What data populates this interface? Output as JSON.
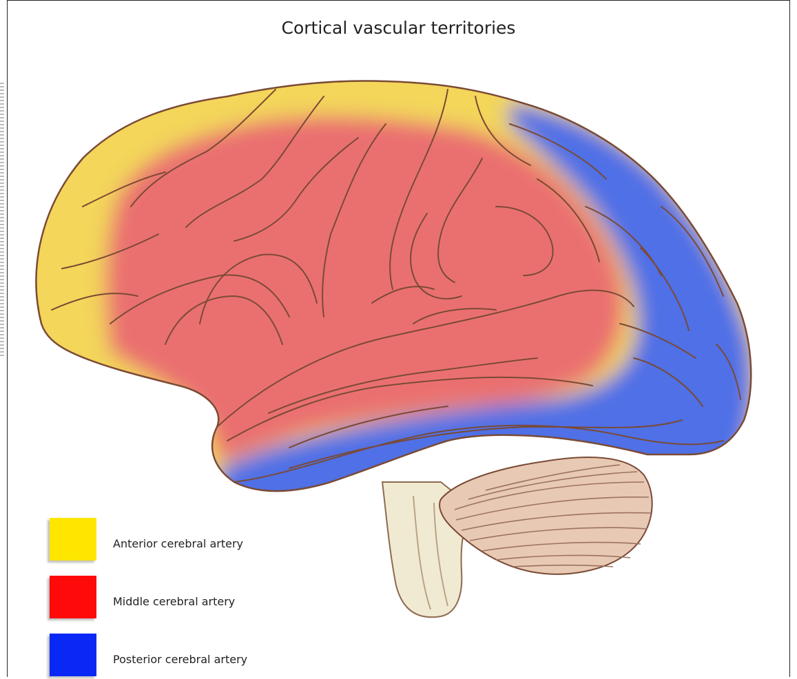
{
  "title": "Cortical vascular territories",
  "legend": [
    {
      "label": "Anterior cerebral artery",
      "color": "#FFE600"
    },
    {
      "label": "Middle cerebral artery",
      "color": "#FF0A0A"
    },
    {
      "label": "Posterior cerebral artery",
      "color": "#0A28F5"
    }
  ],
  "colors": {
    "anterior_region": "#F3D65A",
    "middle_region": "#EA7070",
    "posterior_region": "#4F6FE6",
    "outline": "#7A4A35",
    "cerebellum": "#E7C9B4",
    "brainstem": "#F1EAD2"
  }
}
